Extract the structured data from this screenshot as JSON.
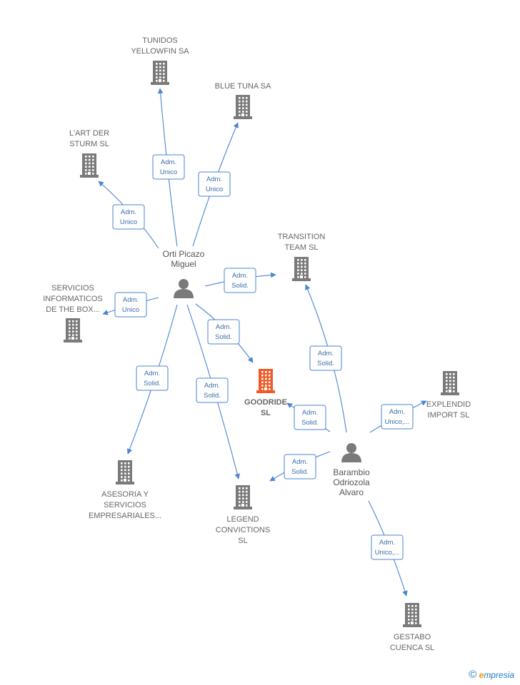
{
  "colors": {
    "edge": "#4a86d0",
    "building": "#7a7a7a",
    "focus": "#f05a28",
    "person": "#7a7a7a",
    "box_border": "#4a86d0"
  },
  "nodes": [
    {
      "id": "tunidos",
      "type": "company",
      "lines": [
        "TUNIDOS",
        "YELLOWFIN SA"
      ]
    },
    {
      "id": "bluetuna",
      "type": "company",
      "lines": [
        "BLUE TUNA SA"
      ]
    },
    {
      "id": "lart",
      "type": "company",
      "lines": [
        "L'ART DER",
        "STURM  SL"
      ]
    },
    {
      "id": "orti",
      "type": "person",
      "lines": [
        "Orti Picazo",
        "Miguel"
      ]
    },
    {
      "id": "transition",
      "type": "company",
      "lines": [
        "TRANSITION",
        "TEAM  SL"
      ]
    },
    {
      "id": "servicios",
      "type": "company",
      "lines": [
        "SERVICIOS",
        "INFORMATICOS",
        "DE THE BOX..."
      ]
    },
    {
      "id": "goodride",
      "type": "focus",
      "lines": [
        "GOODRIDE",
        "SL"
      ]
    },
    {
      "id": "explendid",
      "type": "company",
      "lines": [
        "EXPLENDID",
        "IMPORT  SL"
      ]
    },
    {
      "id": "barambio",
      "type": "person",
      "lines": [
        "Barambio",
        "Odriozola",
        "Alvaro"
      ]
    },
    {
      "id": "asesoria",
      "type": "company",
      "lines": [
        "ASESORIA Y",
        "SERVICIOS",
        "EMPRESARIALES..."
      ]
    },
    {
      "id": "legend",
      "type": "company",
      "lines": [
        "LEGEND",
        "CONVICTIONS",
        "SL"
      ]
    },
    {
      "id": "gestabo",
      "type": "company",
      "lines": [
        "GESTABO",
        "CUENCA  SL"
      ]
    }
  ],
  "edges": [
    {
      "from": "orti",
      "to": "tunidos",
      "role": [
        "Adm.",
        "Unico"
      ]
    },
    {
      "from": "orti",
      "to": "bluetuna",
      "role": [
        "Adm.",
        "Unico"
      ]
    },
    {
      "from": "orti",
      "to": "lart",
      "role": [
        "Adm.",
        "Unico"
      ]
    },
    {
      "from": "orti",
      "to": "servicios",
      "role": [
        "Adm.",
        "Unico"
      ]
    },
    {
      "from": "orti",
      "to": "transition",
      "role": [
        "Adm.",
        "Solid."
      ]
    },
    {
      "from": "orti",
      "to": "goodride",
      "role": [
        "Adm.",
        "Solid."
      ]
    },
    {
      "from": "orti",
      "to": "asesoria",
      "role": [
        "Adm.",
        "Solid."
      ]
    },
    {
      "from": "orti",
      "to": "legend",
      "role": [
        "Adm.",
        "Solid."
      ]
    },
    {
      "from": "barambio",
      "to": "transition",
      "role": [
        "Adm.",
        "Solid."
      ]
    },
    {
      "from": "barambio",
      "to": "goodride",
      "role": [
        "Adm.",
        "Solid."
      ]
    },
    {
      "from": "barambio",
      "to": "legend",
      "role": [
        "Adm.",
        "Solid."
      ]
    },
    {
      "from": "barambio",
      "to": "explendid",
      "role": [
        "Adm.",
        "Unico,..."
      ]
    },
    {
      "from": "barambio",
      "to": "gestabo",
      "role": [
        "Adm.",
        "Unico,..."
      ]
    }
  ],
  "footer": {
    "copyright": "©",
    "brand_initial": "e",
    "brand_rest": "mpresia"
  }
}
